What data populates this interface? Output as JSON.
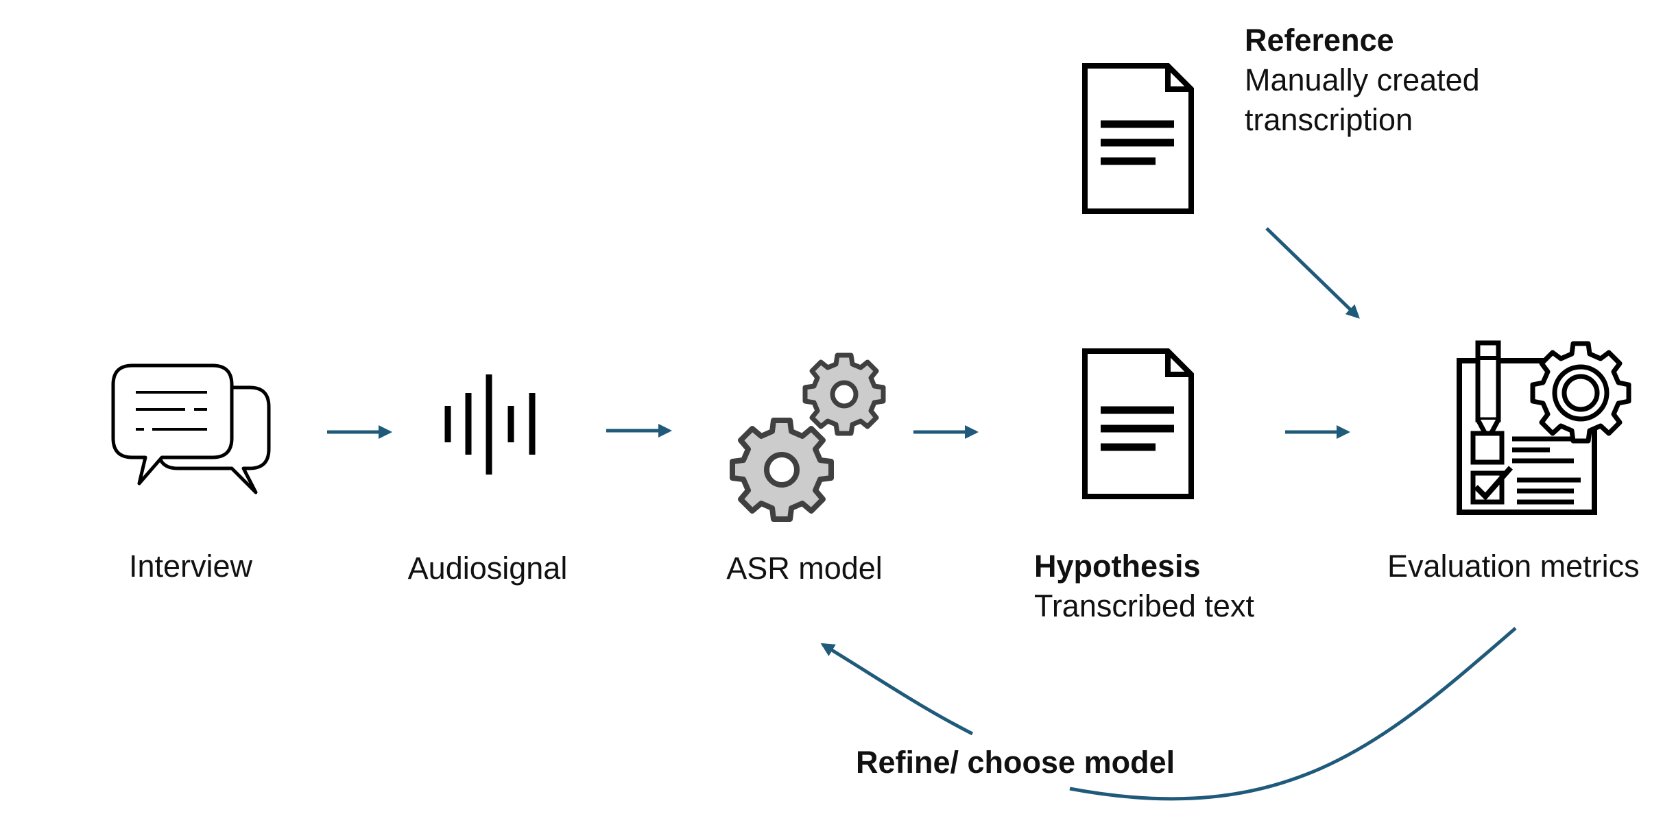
{
  "nodes": {
    "interview": {
      "label": "Interview"
    },
    "audiosignal": {
      "label": "Audiosignal"
    },
    "asr_model": {
      "label": "ASR model"
    },
    "hypothesis": {
      "title": "Hypothesis",
      "subtitle": "Transcribed text"
    },
    "evaluation": {
      "label": "Evaluation metrics"
    },
    "reference": {
      "title": "Reference",
      "subtitle_line1": "Manually created",
      "subtitle_line2": "transcription"
    }
  },
  "feedback": {
    "label": "Refine/ choose model"
  },
  "colors": {
    "arrow": "#1f5a7a",
    "icon": "#000000",
    "gear_fill": "#cccccc",
    "gear_stroke": "#404040"
  }
}
